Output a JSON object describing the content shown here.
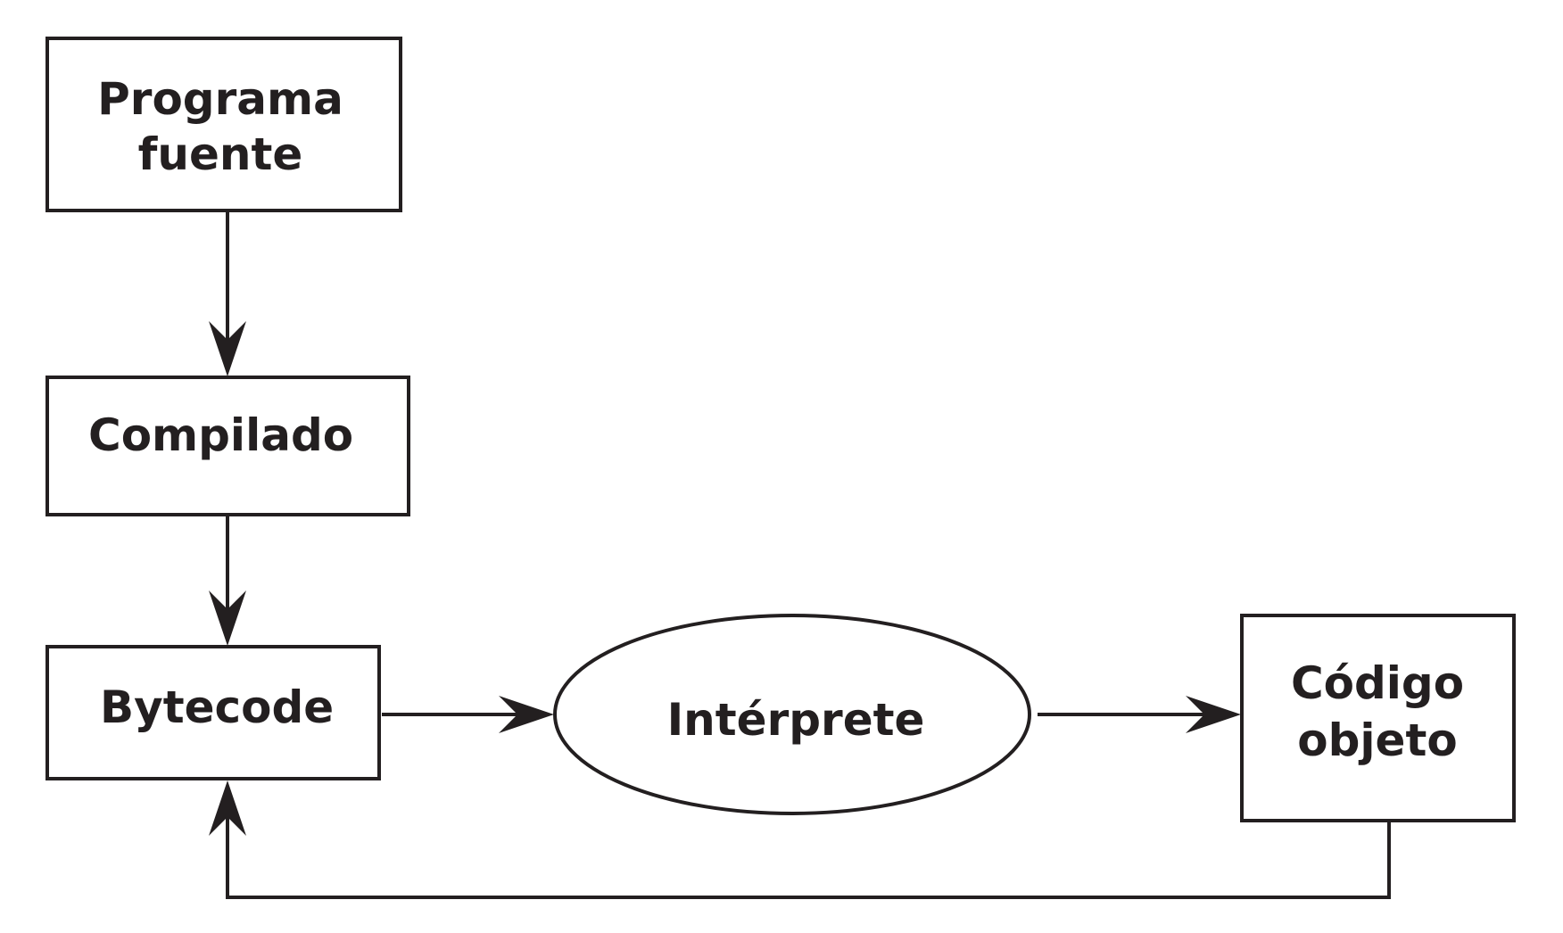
{
  "colors": {
    "stroke": "#231f20",
    "text": "#231f20",
    "background": "#ffffff"
  },
  "nodes": {
    "source_program": {
      "shape": "rectangle",
      "line1": "Programa",
      "line2": "fuente"
    },
    "compiler": {
      "shape": "rectangle",
      "label": "Compilado"
    },
    "bytecode": {
      "shape": "rectangle",
      "label": "Bytecode"
    },
    "interpreter": {
      "shape": "ellipse",
      "label": "Intérprete"
    },
    "object_code": {
      "shape": "rectangle",
      "line1": "Código",
      "line2": "objeto"
    }
  },
  "edges": [
    {
      "from": "source_program",
      "to": "compiler"
    },
    {
      "from": "compiler",
      "to": "bytecode"
    },
    {
      "from": "bytecode",
      "to": "interpreter"
    },
    {
      "from": "interpreter",
      "to": "object_code"
    },
    {
      "from": "object_code",
      "to": "bytecode"
    }
  ]
}
